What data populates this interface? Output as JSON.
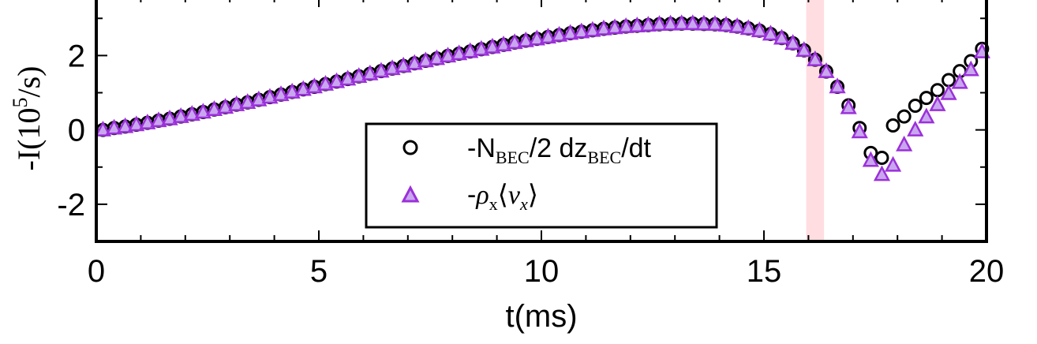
{
  "chart_data": {
    "type": "scatter",
    "xlabel": "t(ms)",
    "ylabel": "-I(10^5/s)",
    "ylabel_base": "-I(10",
    "ylabel_exp": "5",
    "ylabel_tail": "/s)",
    "xlim": [
      0,
      20
    ],
    "ylim": [
      -3,
      3.6
    ],
    "x_ticks": [
      "0",
      "5",
      "10",
      "15",
      "20"
    ],
    "y_ticks": [
      "-2",
      "0",
      "2"
    ],
    "highlight_band": {
      "x_start": 15.95,
      "x_end": 16.35,
      "color": "#ffdde0"
    },
    "legend_position": "lower-center",
    "series": [
      {
        "name": "-N_BEC/2 dz_BEC/dt",
        "label_parts": {
          "a": "-N",
          "a_sub": "BEC",
          "b": "/2 dz",
          "b_sub": "BEC",
          "c": "/dt"
        },
        "marker": "circle",
        "color": "#000000",
        "x": [
          0.15,
          0.4,
          0.65,
          0.9,
          1.15,
          1.4,
          1.65,
          1.9,
          2.15,
          2.4,
          2.65,
          2.9,
          3.15,
          3.4,
          3.65,
          3.9,
          4.15,
          4.4,
          4.65,
          4.9,
          5.15,
          5.4,
          5.65,
          5.9,
          6.15,
          6.4,
          6.65,
          6.9,
          7.15,
          7.4,
          7.65,
          7.9,
          8.15,
          8.4,
          8.65,
          8.9,
          9.15,
          9.4,
          9.65,
          9.9,
          10.15,
          10.4,
          10.65,
          10.9,
          11.15,
          11.4,
          11.65,
          11.9,
          12.15,
          12.4,
          12.65,
          12.9,
          13.15,
          13.4,
          13.65,
          13.9,
          14.15,
          14.4,
          14.65,
          14.9,
          15.15,
          15.4,
          15.65,
          15.9,
          16.15,
          16.4,
          16.65,
          16.9,
          17.15,
          17.4,
          17.65,
          17.9,
          18.15,
          18.4,
          18.65,
          18.9,
          19.15,
          19.4,
          19.65,
          19.9
        ],
        "y": [
          0.0,
          0.05,
          0.09,
          0.14,
          0.19,
          0.25,
          0.3,
          0.36,
          0.42,
          0.48,
          0.55,
          0.61,
          0.68,
          0.74,
          0.81,
          0.88,
          0.95,
          1.02,
          1.09,
          1.16,
          1.23,
          1.3,
          1.37,
          1.44,
          1.51,
          1.58,
          1.65,
          1.72,
          1.79,
          1.86,
          1.92,
          1.99,
          2.05,
          2.11,
          2.17,
          2.23,
          2.29,
          2.35,
          2.4,
          2.45,
          2.5,
          2.55,
          2.6,
          2.64,
          2.68,
          2.72,
          2.75,
          2.78,
          2.8,
          2.82,
          2.84,
          2.85,
          2.86,
          2.86,
          2.85,
          2.84,
          2.82,
          2.78,
          2.73,
          2.67,
          2.58,
          2.47,
          2.33,
          2.14,
          1.89,
          1.57,
          1.16,
          0.66,
          0.05,
          -0.62,
          -0.75,
          0.12,
          0.36,
          0.65,
          0.86,
          1.07,
          1.34,
          1.58,
          1.85,
          2.18
        ]
      },
      {
        "name": "-ρx⟨vx⟩",
        "label_parts": {
          "a": "-",
          "rho": "ρ",
          "rho_sub": "x",
          "b": "⟨",
          "v": "v",
          "v_sub": "x",
          "c": "⟩"
        },
        "marker": "triangle",
        "color": "#9b30d9",
        "x": [
          0.15,
          0.4,
          0.65,
          0.9,
          1.15,
          1.4,
          1.65,
          1.9,
          2.15,
          2.4,
          2.65,
          2.9,
          3.15,
          3.4,
          3.65,
          3.9,
          4.15,
          4.4,
          4.65,
          4.9,
          5.15,
          5.4,
          5.65,
          5.9,
          6.15,
          6.4,
          6.65,
          6.9,
          7.15,
          7.4,
          7.65,
          7.9,
          8.15,
          8.4,
          8.65,
          8.9,
          9.15,
          9.4,
          9.65,
          9.9,
          10.15,
          10.4,
          10.65,
          10.9,
          11.15,
          11.4,
          11.65,
          11.9,
          12.15,
          12.4,
          12.65,
          12.9,
          13.15,
          13.4,
          13.65,
          13.9,
          14.15,
          14.4,
          14.65,
          14.9,
          15.15,
          15.4,
          15.65,
          15.9,
          16.15,
          16.4,
          16.65,
          16.9,
          17.15,
          17.4,
          17.65,
          17.9,
          18.15,
          18.4,
          18.65,
          18.9,
          19.15,
          19.4,
          19.65,
          19.9
        ],
        "y": [
          0.0,
          0.05,
          0.09,
          0.14,
          0.19,
          0.25,
          0.3,
          0.36,
          0.42,
          0.48,
          0.55,
          0.61,
          0.68,
          0.74,
          0.81,
          0.88,
          0.95,
          1.02,
          1.09,
          1.16,
          1.23,
          1.3,
          1.37,
          1.44,
          1.51,
          1.58,
          1.65,
          1.72,
          1.79,
          1.86,
          1.92,
          1.99,
          2.05,
          2.11,
          2.17,
          2.23,
          2.29,
          2.35,
          2.4,
          2.45,
          2.5,
          2.55,
          2.6,
          2.64,
          2.68,
          2.72,
          2.75,
          2.78,
          2.8,
          2.82,
          2.84,
          2.85,
          2.86,
          2.86,
          2.85,
          2.84,
          2.82,
          2.78,
          2.73,
          2.67,
          2.58,
          2.47,
          2.33,
          2.14,
          1.89,
          1.57,
          1.16,
          0.6,
          -0.05,
          -0.82,
          -1.2,
          -0.95,
          -0.4,
          0.0,
          0.35,
          0.68,
          0.98,
          1.28,
          1.62,
          2.1
        ]
      }
    ]
  }
}
